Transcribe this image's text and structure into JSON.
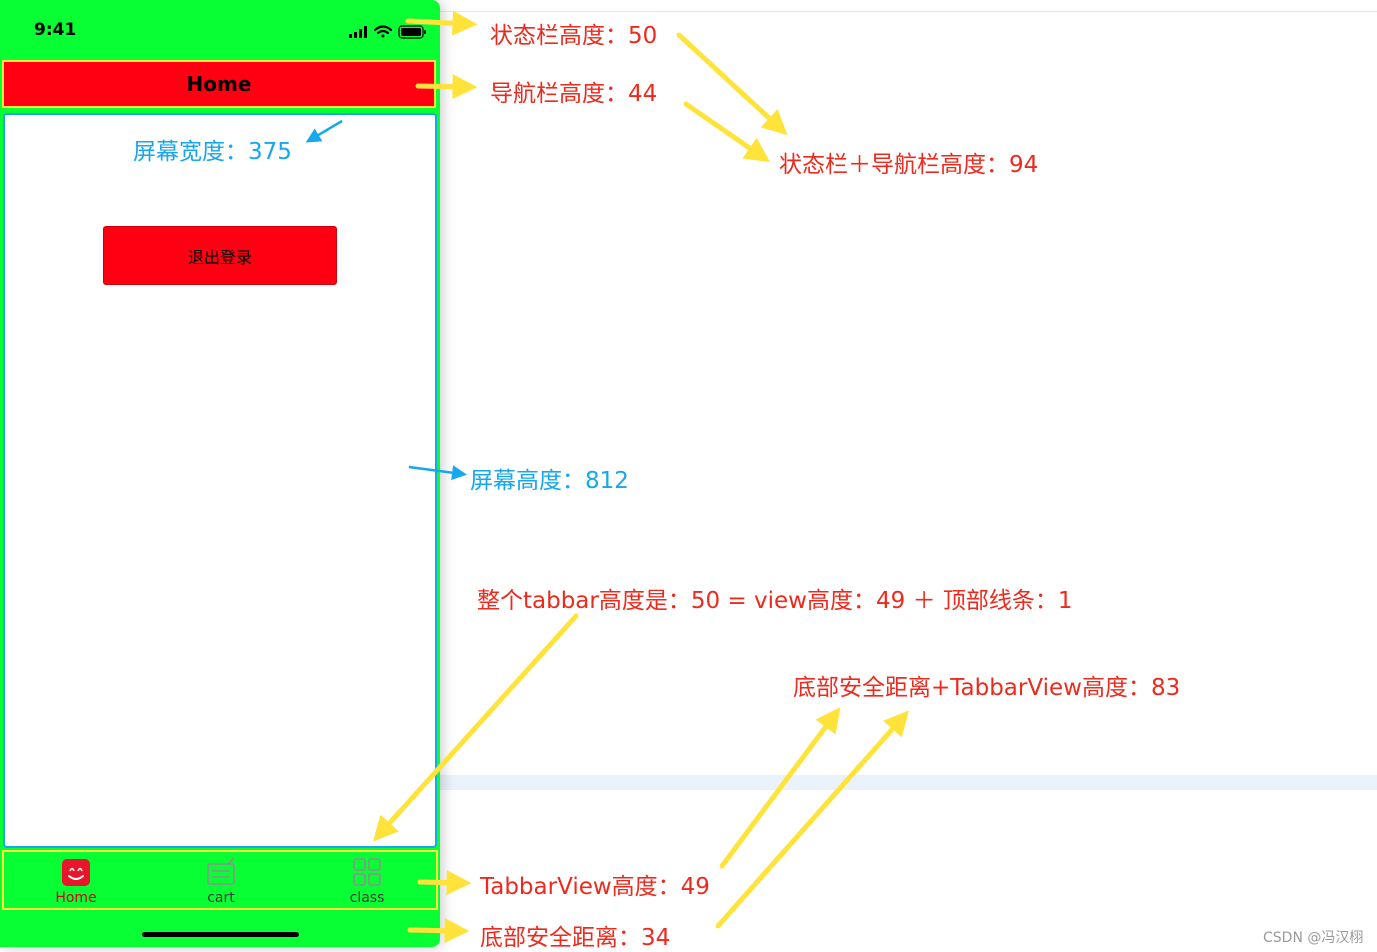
{
  "phone": {
    "status_time": "9:41",
    "nav_title": "Home",
    "logout_label": "退出登录",
    "tabs": [
      {
        "label": "Home",
        "icon": "smile-bag-icon"
      },
      {
        "label": "cart",
        "icon": "cart-icon"
      },
      {
        "label": "class",
        "icon": "grid-icon"
      }
    ]
  },
  "annotations": {
    "status_bar_height": "状态栏高度：50",
    "nav_bar_height": "导航栏高度：44",
    "status_plus_nav": "状态栏＋导航栏高度：94",
    "screen_width": "屏幕宽度：375",
    "screen_height": "屏幕高度：812",
    "tabbar_total": "整个tabbar高度是：50 = view高度：49 ＋ 顶部线条：1",
    "safe_plus_tabbar": "底部安全距离+TabbarView高度：83",
    "tabbar_view_height": "TabbarView高度：49",
    "safe_area_bottom": "底部安全距离：34"
  },
  "watermark": "CSDN @冯汉栩",
  "colors": {
    "status_bar": "#08ff34",
    "nav_bar": "#fe0012",
    "frame_highlight": "#ffe33a",
    "content_border": "#16a7ec",
    "annotation_red": "#ec2a1d",
    "annotation_blue": "#16a7ec",
    "arrow_yellow": "#ffe33a"
  }
}
